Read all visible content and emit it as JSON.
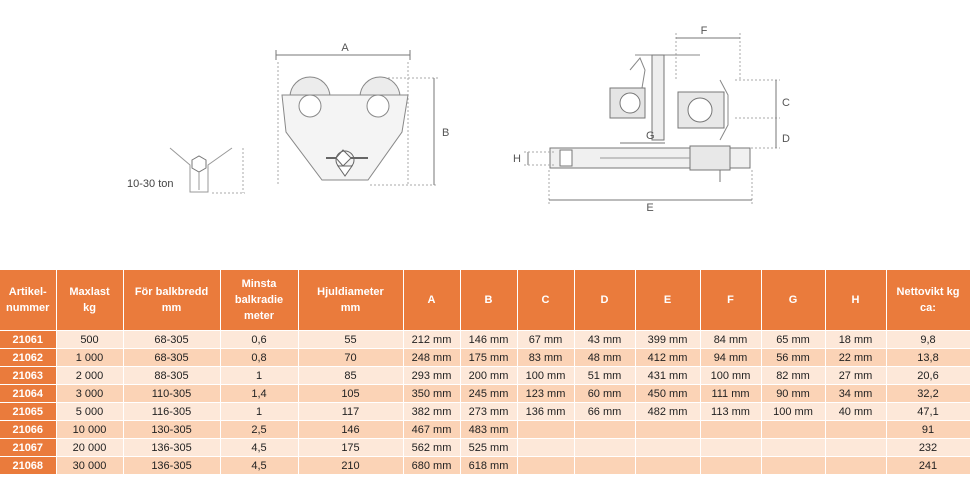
{
  "drawing": {
    "caption": "10-30 ton",
    "dim_labels": {
      "A": "A",
      "B": "B",
      "C": "C",
      "D": "D",
      "E": "E",
      "F": "F",
      "G": "G",
      "H": "H"
    }
  },
  "table": {
    "headers": [
      "Artikel-\nnummer",
      "Maxlast\nkg",
      "För balkbredd\nmm",
      "Minsta\nbalkradie\nmeter",
      "Hjuldiameter\nmm",
      "A",
      "B",
      "C",
      "D",
      "E",
      "F",
      "G",
      "H",
      "Nettovikt kg\nca:"
    ],
    "rows": [
      [
        "21061",
        "500",
        "68-305",
        "0,6",
        "55",
        "212 mm",
        "146 mm",
        "67 mm",
        "43 mm",
        "399 mm",
        "84 mm",
        "65 mm",
        "18 mm",
        "9,8"
      ],
      [
        "21062",
        "1 000",
        "68-305",
        "0,8",
        "70",
        "248 mm",
        "175 mm",
        "83 mm",
        "48 mm",
        "412 mm",
        "94 mm",
        "56 mm",
        "22 mm",
        "13,8"
      ],
      [
        "21063",
        "2 000",
        "88-305",
        "1",
        "85",
        "293 mm",
        "200 mm",
        "100 mm",
        "51 mm",
        "431 mm",
        "100 mm",
        "82 mm",
        "27 mm",
        "20,6"
      ],
      [
        "21064",
        "3 000",
        "110-305",
        "1,4",
        "105",
        "350 mm",
        "245 mm",
        "123 mm",
        "60 mm",
        "450 mm",
        "111 mm",
        "90 mm",
        "34 mm",
        "32,2"
      ],
      [
        "21065",
        "5 000",
        "116-305",
        "1",
        "117",
        "382 mm",
        "273 mm",
        "136 mm",
        "66 mm",
        "482 mm",
        "113 mm",
        "100 mm",
        "40 mm",
        "47,1"
      ],
      [
        "21066",
        "10 000",
        "130-305",
        "2,5",
        "146",
        "467 mm",
        "483 mm",
        "",
        "",
        "",
        "",
        "",
        "",
        "91"
      ],
      [
        "21067",
        "20 000",
        "136-305",
        "4,5",
        "175",
        "562 mm",
        "525 mm",
        "",
        "",
        "",
        "",
        "",
        "",
        "232"
      ],
      [
        "21068",
        "30 000",
        "136-305",
        "4,5",
        "210",
        "680 mm",
        "618 mm",
        "",
        "",
        "",
        "",
        "",
        "",
        "241"
      ]
    ]
  }
}
